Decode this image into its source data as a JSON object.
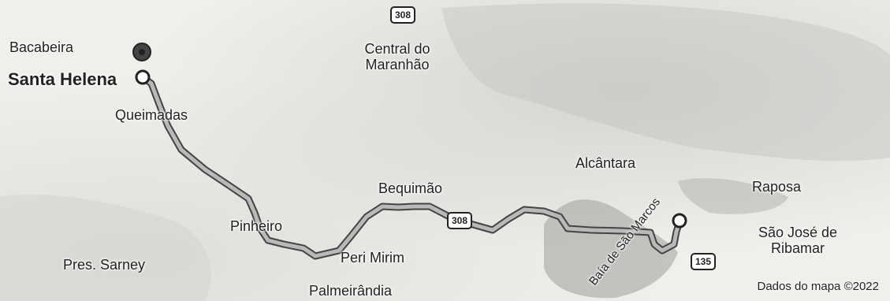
{
  "places": {
    "bacabeira": "Bacabeira",
    "santa_helena": "Santa Helena",
    "queimadas": "Queimadas",
    "central_do_maranhao_line1": "Central do",
    "central_do_maranhao_line2": "Maranhão",
    "alcantara": "Alcântara",
    "bequimao": "Bequimão",
    "raposa": "Raposa",
    "pinheiro": "Pinheiro",
    "sao_jose_line1": "São José de",
    "sao_jose_line2": "Ribamar",
    "pres_sarney": "Pres. Sarney",
    "peri_mirim": "Peri Mirim",
    "palmeirandia": "Palmeirândia",
    "baia": "Baía de São Marcos"
  },
  "roads": {
    "shield_308_top": "308",
    "shield_308_mid": "308",
    "shield_135": "135"
  },
  "attribution": "Dados do mapa ©2022",
  "colors": {
    "route": "#444444",
    "route_inner": "#b9b9b9",
    "water": "#9a9a96",
    "land": "#efefec"
  }
}
